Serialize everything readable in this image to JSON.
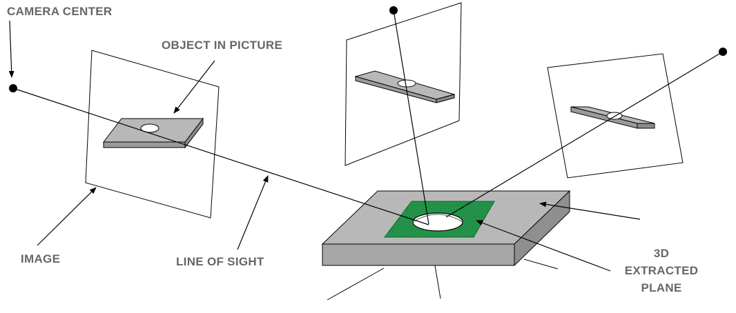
{
  "labels": {
    "camera_center": "CAMERA CENTER",
    "object_in_picture": "OBJECT IN PICTURE",
    "image": "IMAGE",
    "line_of_sight": "LINE OF SIGHT",
    "extracted_plane_line1": "3D",
    "extracted_plane_line2": "EXTRACTED",
    "extracted_plane_line3": "PLANE"
  },
  "colors": {
    "label_text": "#666666",
    "plate_top": "#b3b3b3",
    "plate_side": "#8c8c8c",
    "extracted_plane": "#1f9a4a",
    "line": "#000000"
  }
}
